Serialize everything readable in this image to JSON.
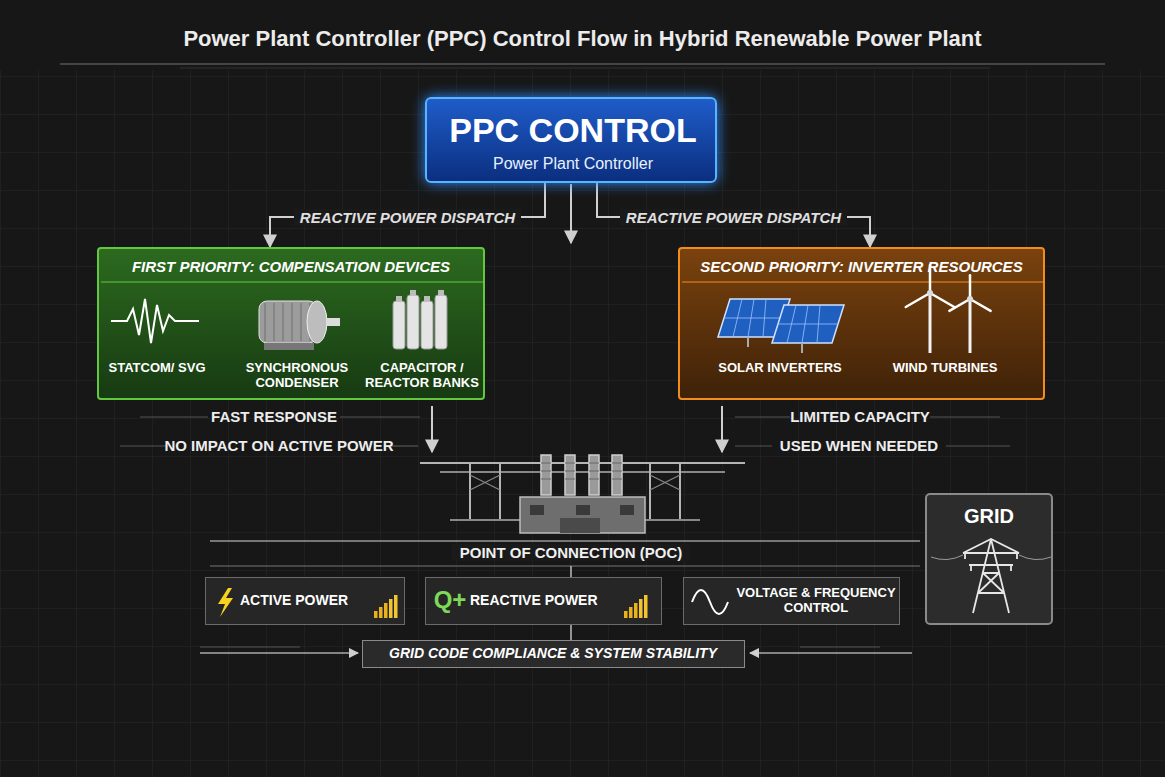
{
  "diagram": {
    "title": "Power Plant Controller (PPC) Control Flow in Hybrid Renewable Power Plant",
    "nodes": [
      {
        "text": [
          "PPC CONTROL",
          "Power Plant Controller"
        ]
      },
      {
        "text": [
          "FIRST PRIORITY: COMPENSATION DEVICES",
          "STATCOM/ SVG",
          "SYNCHRONOUS CONDENSER",
          "CAPACITOR / REACTOR BANKS"
        ]
      },
      {
        "text": [
          "SECOND PRIORITY: INVERTER RESOURCES",
          "SOLAR INVERTERS",
          "WIND TURBINES"
        ]
      },
      {
        "text": [
          "ACTIVE POWER"
        ]
      },
      {
        "text": [
          "REACTIVE POWER"
        ]
      },
      {
        "text": [
          "VOLTAGE & FREQUENCY CONTROL"
        ]
      },
      {
        "text": [
          "GRID"
        ]
      },
      {
        "text": [
          "GRID CODE COMPLIANCE & SYSTEM STABILITY"
        ]
      }
    ],
    "edges": [
      {
        "from": 0,
        "to": 1,
        "label": "REACTIVE POWER DISPATCH",
        "arrow": "to"
      },
      {
        "from": 0,
        "to": 2,
        "label": "REACTIVE POWER DISPATCH",
        "arrow": "to"
      }
    ],
    "labels": [
      "FAST RESPONSE",
      "NO IMPACT ON ACTIVE POWER",
      "LIMITED CAPACITY",
      "USED WHEN NEEDED",
      "POINT OF CONNECTION (POC)",
      "Q+"
    ]
  }
}
